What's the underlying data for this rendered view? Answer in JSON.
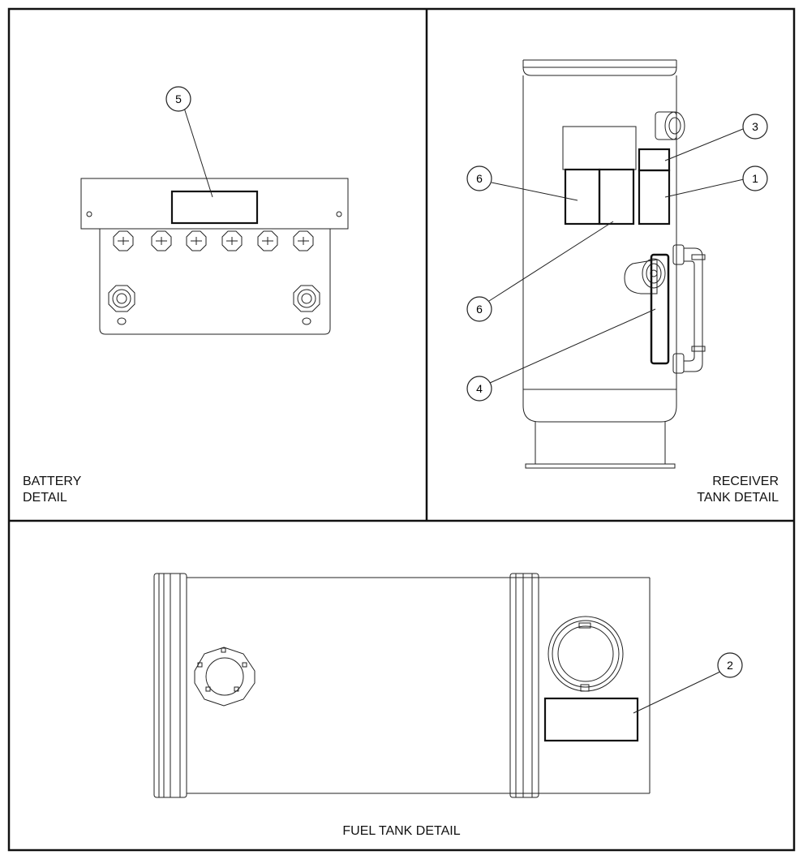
{
  "panels": {
    "battery": {
      "caption_line1": "BATTERY",
      "caption_line2": "DETAIL"
    },
    "receiver": {
      "caption_line1": "RECEIVER",
      "caption_line2": "TANK DETAIL"
    },
    "fuel": {
      "caption": "FUEL TANK DETAIL"
    }
  },
  "callouts": {
    "battery_decal": "5",
    "receiver_top_small": "3",
    "receiver_right": "1",
    "receiver_left_upper": "6",
    "receiver_left_lower": "6",
    "receiver_gauge": "4",
    "fuel_decal": "2"
  },
  "colors": {
    "line": "#222222",
    "border": "#111111",
    "background": "#ffffff"
  }
}
